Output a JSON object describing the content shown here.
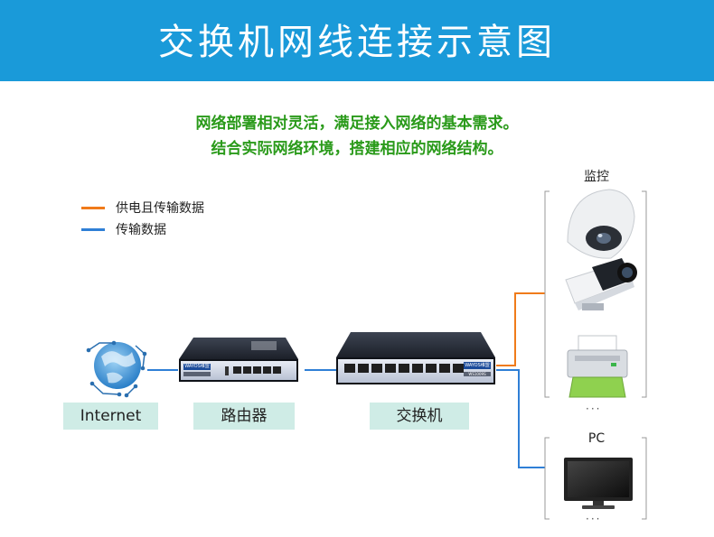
{
  "title": "交换机网线连接示意图",
  "subtitle_lines": [
    "网络部署相对灵活，满足接入网络的基本需求。",
    "结合实际网络环境，搭建相应的网络结构。"
  ],
  "legend": [
    {
      "label": "供电且传输数据",
      "color": "#f07b1a"
    },
    {
      "label": "传输数据",
      "color": "#2f7fd6"
    }
  ],
  "nodes": {
    "internet": "Internet",
    "router": "路由器",
    "switch": "交换机"
  },
  "device_text": {
    "router_brand": "WAYOS",
    "switch_brand": "WAYOS",
    "brand_suffix": "维盟",
    "switch_model": "WS1009S"
  },
  "groups": {
    "monitor_title": "监控",
    "pc_title": "PC",
    "monitor_more": "···",
    "pc_more": "···"
  },
  "colors": {
    "header": "#1a9ad9",
    "label_bg": "#cfece6",
    "poe_line": "#f07b1a",
    "data_line": "#2f7fd6",
    "subtitle": "#2a9a1a"
  }
}
